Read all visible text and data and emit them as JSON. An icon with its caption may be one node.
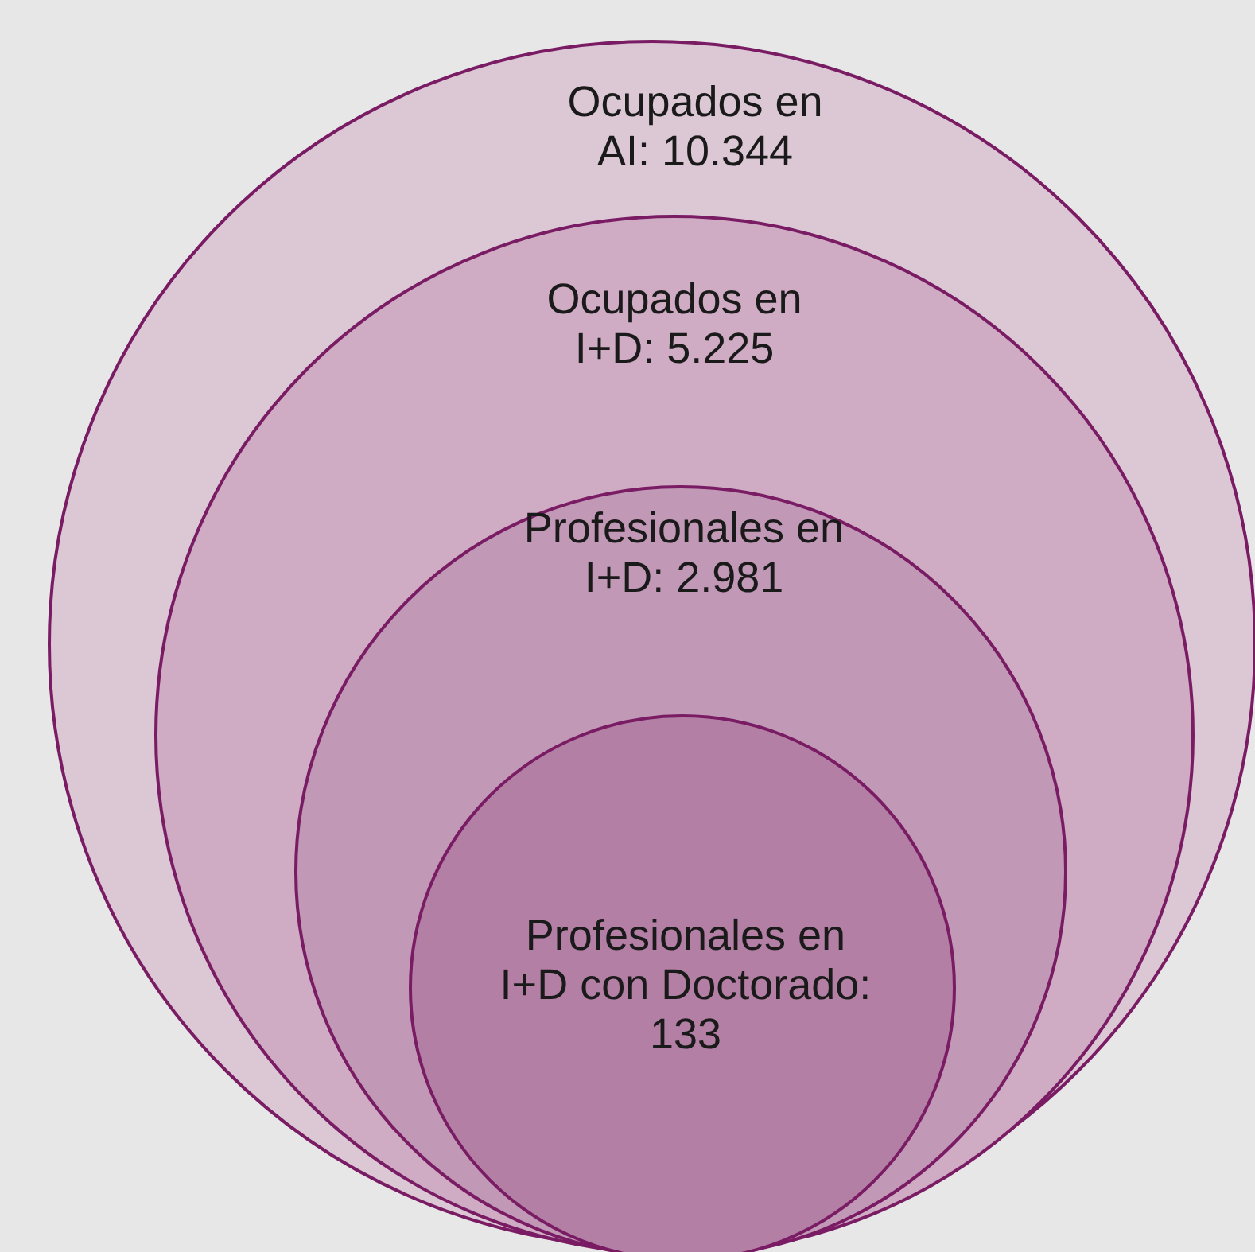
{
  "diagram": {
    "nodes": [
      {
        "text": [
          "Ocupados en AI: 10.344"
        ]
      },
      {
        "text": [
          "Ocupados en I+D: 5.225"
        ],
        "in": 0
      },
      {
        "text": [
          "Profesionales en I+D: 2.981"
        ],
        "in": 1
      },
      {
        "text": [
          "Profesionales en I+D con Doctorado: 133"
        ],
        "in": 2
      }
    ],
    "edges": []
  }
}
